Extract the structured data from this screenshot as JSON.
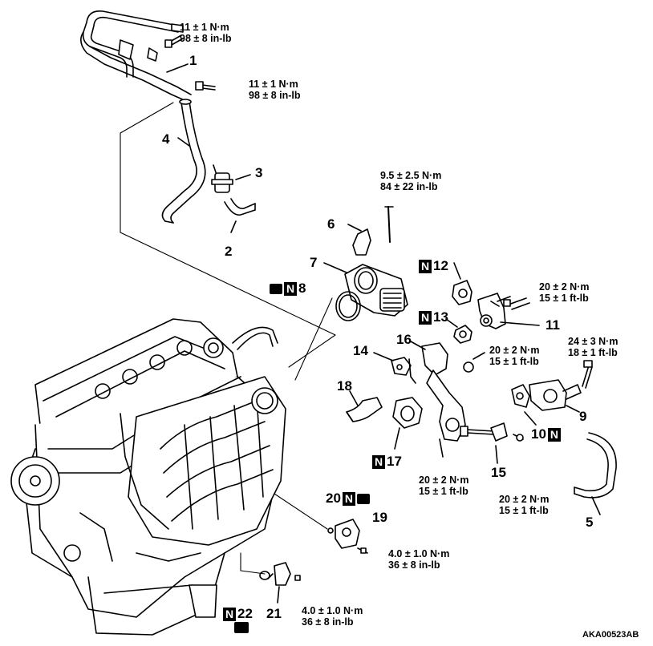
{
  "code": "AKA00523AB",
  "torques": {
    "t1": [
      "11 ± 1 N·m",
      "98 ± 8 in-lb"
    ],
    "t2": [
      "11 ± 1 N·m",
      "98 ± 8 in-lb"
    ],
    "t3": [
      "9.5 ± 2.5 N·m",
      "84 ± 22 in-lb"
    ],
    "t4": [
      "20 ± 2 N·m",
      "15 ± 1 ft-lb"
    ],
    "t5": [
      "24 ± 3 N·m",
      "18 ± 1 ft-lb"
    ],
    "t6": [
      "20 ± 2 N·m",
      "15 ± 1 ft-lb"
    ],
    "t7": [
      "20 ± 2 N·m",
      "15 ± 1 ft-lb"
    ],
    "t8": [
      "20 ± 2 N·m",
      "15 ± 1 ft-lb"
    ],
    "t9": [
      "4.0 ± 1.0 N·m",
      "36 ± 8 in-lb"
    ],
    "t10": [
      "4.0 ± 1.0 N·m",
      "36 ± 8 in-lb"
    ]
  },
  "parts": {
    "p1": "1",
    "p2": "2",
    "p3": "3",
    "p4": "4",
    "p5": "5",
    "p6": "6",
    "p7": "7",
    "p8": "8",
    "p9": "9",
    "p10": "10",
    "p11": "11",
    "p12": "12",
    "p13": "13",
    "p14": "14",
    "p15": "15",
    "p16": "16",
    "p17": "17",
    "p18": "18",
    "p19": "19",
    "p20": "20",
    "p21": "21",
    "p22": "22"
  },
  "marks": {
    "n": "N"
  }
}
